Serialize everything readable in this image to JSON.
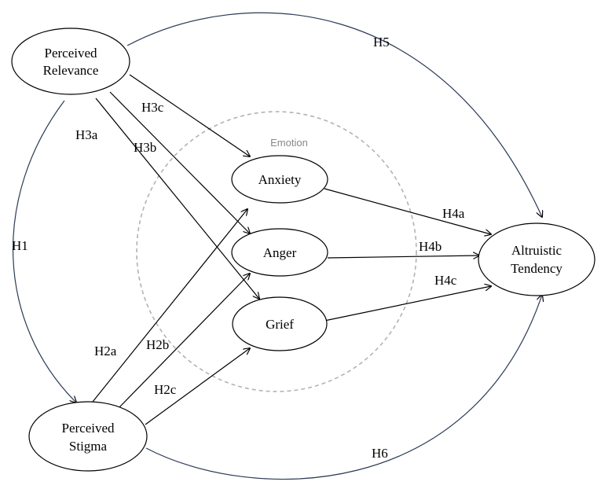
{
  "emotion_group_label": "Emotion",
  "nodes": {
    "perceived_relevance": [
      "Perceived",
      "Relevance"
    ],
    "perceived_stigma": [
      "Perceived",
      "Stigma"
    ],
    "anxiety": "Anxiety",
    "anger": "Anger",
    "grief": "Grief",
    "altruistic_tendency": [
      "Altruistic",
      "Tendency"
    ]
  },
  "hypotheses": {
    "h1": "H1",
    "h2a": "H2a",
    "h2b": "H2b",
    "h2c": "H2c",
    "h3a": "H3a",
    "h3b": "H3b",
    "h3c": "H3c",
    "h4a": "H4a",
    "h4b": "H4b",
    "h4c": "H4c",
    "h5": "H5",
    "h6": "H6"
  }
}
